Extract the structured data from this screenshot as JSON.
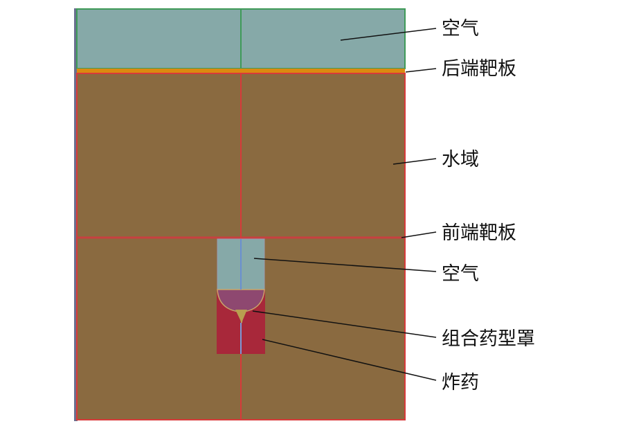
{
  "labels": {
    "air_top": "空气",
    "rear_plate": "后端靶板",
    "water": "水域",
    "front_plate": "前端靶板",
    "air_cavity": "空气",
    "liner": "组合药型罩",
    "explosive": "炸药"
  },
  "colors": {
    "air": "#86A9A8",
    "rear_plate": "#DB8A10",
    "water": "#8A6A40",
    "front_plate": "#C84040",
    "explosive": "#A8283A",
    "liner": "#8E4870",
    "liner_tip": "#B8A050",
    "grid_green": "#3E9A58",
    "grid_red": "#D83A3A",
    "leader": "#111111"
  }
}
